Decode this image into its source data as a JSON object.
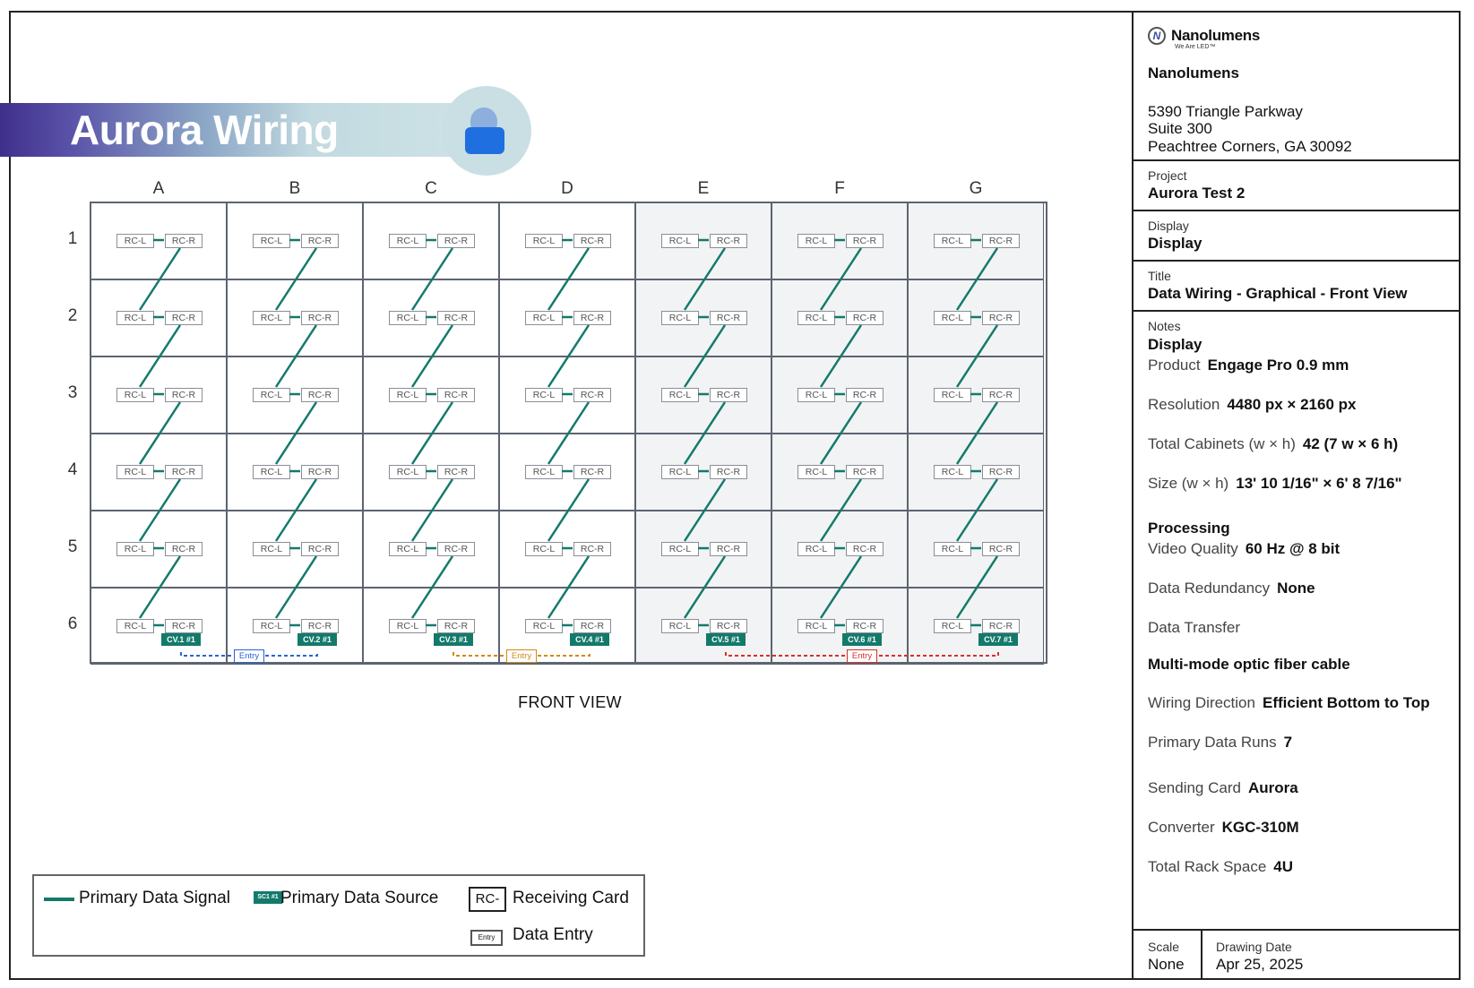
{
  "banner": {
    "title": "Aurora Wiring"
  },
  "grid": {
    "columns": [
      "A",
      "B",
      "C",
      "D",
      "E",
      "F",
      "G"
    ],
    "rows": [
      "1",
      "2",
      "3",
      "4",
      "5",
      "6"
    ],
    "shaded_columns": [
      "E",
      "F",
      "G"
    ],
    "card_left": "RC-L",
    "card_right": "RC-R",
    "sources": [
      "CV.1 #1",
      "CV.2 #1",
      "CV.3 #1",
      "CV.4 #1",
      "CV.5 #1",
      "CV.6 #1",
      "CV.7 #1"
    ],
    "entry_label": "Entry",
    "entry_groups": [
      {
        "columns": [
          "A",
          "B"
        ],
        "color": "#2a64d6"
      },
      {
        "columns": [
          "C",
          "D"
        ],
        "color": "#d08a12"
      },
      {
        "columns": [
          "E",
          "F",
          "G"
        ],
        "color": "#d8302a"
      }
    ],
    "wire_color": "#137a6b"
  },
  "view_label": "FRONT VIEW",
  "legend": {
    "primary_signal": "Primary Data Signal",
    "primary_source": "Primary Data Source",
    "source_icon": "SC1 #1",
    "receiving_card": "Receiving Card",
    "rc_icon": "RC-",
    "data_entry": "Data Entry",
    "entry_icon": "Entry"
  },
  "sidebar": {
    "logo_name": "Nanolumens",
    "logo_tagline": "We Are LED™",
    "company": "Nanolumens",
    "address": [
      "5390 Triangle Parkway",
      "Suite 300",
      "Peachtree Corners, GA 30092"
    ],
    "project_label": "Project",
    "project_value": "Aurora Test 2",
    "display_label": "Display",
    "display_value": "Display",
    "title_label": "Title",
    "title_value": "Data Wiring - Graphical - Front View",
    "notes_label": "Notes",
    "notes_display_heading": "Display",
    "product_label": "Product",
    "product_value": "Engage Pro 0.9 mm",
    "resolution_label": "Resolution",
    "resolution_value": "4480 px × 2160 px",
    "cabinets_label": "Total Cabinets (w × h)",
    "cabinets_value": "42 (7 w × 6 h)",
    "size_label": "Size (w × h)",
    "size_value": "13' 10 1/16\" × 6' 8 7/16\"",
    "processing_heading": "Processing",
    "video_label": "Video Quality",
    "video_value": "60 Hz @ 8 bit",
    "redundancy_label": "Data Redundancy",
    "redundancy_value": "None",
    "transfer_label": "Data Transfer",
    "transfer_value": "Multi-mode optic fiber cable",
    "direction_label": "Wiring Direction",
    "direction_value": "Efficient Bottom to Top",
    "runs_label": "Primary Data Runs",
    "runs_value": "7",
    "sending_label": "Sending Card",
    "sending_value": "Aurora",
    "converter_label": "Converter",
    "converter_value": "KGC-310M",
    "rack_label": "Total Rack Space",
    "rack_value": "4U",
    "scale_label": "Scale",
    "scale_value": "None",
    "date_label": "Drawing Date",
    "date_value": "Apr 25, 2025"
  }
}
